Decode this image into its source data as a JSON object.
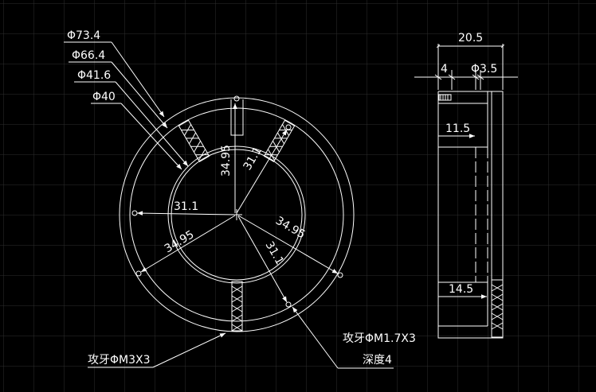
{
  "drawing": {
    "background": "#000000",
    "line_color": "#ffffff",
    "grid_color": "#333333",
    "front_view": {
      "diameters": [
        "Φ73.4",
        "Φ66.4",
        "Φ41.6",
        "Φ40"
      ],
      "radial_dims": {
        "vertical": "34.95",
        "upper_diag": "31.1",
        "horizontal": "31.1",
        "lower_left": "34.95",
        "right": "34.95",
        "lower_diag": "31.1"
      },
      "notes": {
        "thread_m3": "攻牙ΦM3X3",
        "thread_m17": "攻牙ΦM1.7X3",
        "depth": "深度4"
      }
    },
    "side_view": {
      "overall_width": "20.5",
      "step_width": "4",
      "hole_dia": "Φ3.5",
      "height_upper": "11.5",
      "height_lower": "14.5"
    }
  }
}
